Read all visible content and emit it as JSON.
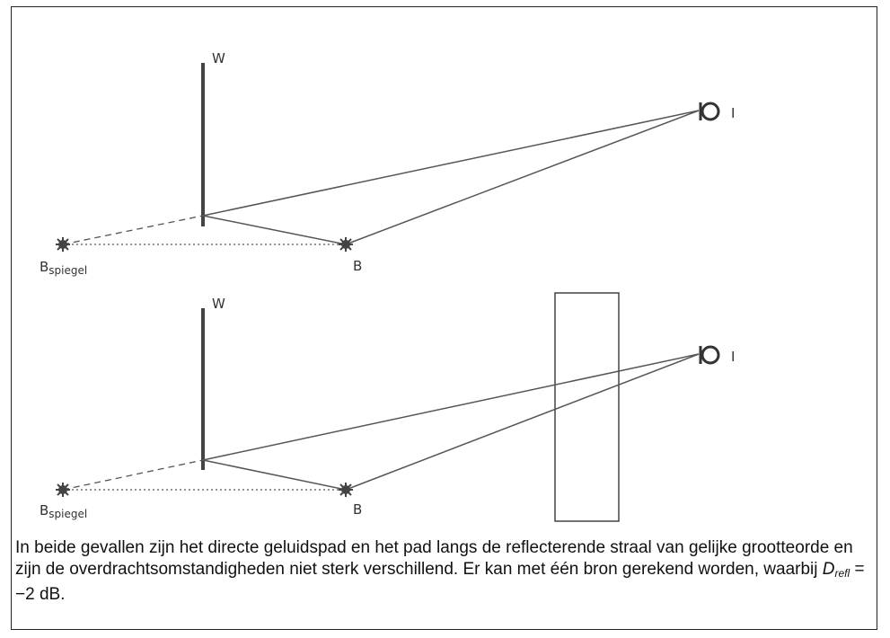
{
  "colors": {
    "line": "#555555",
    "wall": "#444444",
    "text": "#111111",
    "frame": "#222222"
  },
  "icons": {
    "source": "star-burst-icon",
    "receiver": "microphone-icon"
  },
  "labels": {
    "wall": "W",
    "source": "B",
    "mirror_base": "B",
    "mirror_sub": "spiegel",
    "receiver": "I"
  },
  "caption": {
    "text_before": "In beide gevallen zijn het directe geluidspad en het pad langs de reflecterende straal van gelijke grootteorde en zijn de overdrachtsomstandigheden niet sterk verschillend. Er kan met één bron gerekend worden, waarbij ",
    "symbol": "D",
    "symbol_sub": "refl",
    "text_after": " = −2 dB."
  }
}
